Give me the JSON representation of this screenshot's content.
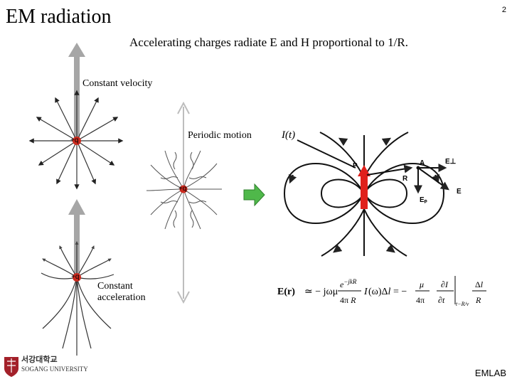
{
  "slide": {
    "title": "EM radiation",
    "page_number": "2",
    "subtitle": "Accelerating charges radiate E and H proportional to 1/R.",
    "footer": "EMLAB"
  },
  "panels": {
    "constant_velocity": {
      "label": "Constant velocity",
      "charge": "+q"
    },
    "periodic_motion": {
      "label": "Periodic motion",
      "charge": "+q"
    },
    "constant_acceleration": {
      "label_line1": "Constant",
      "label_line2": "acceleration",
      "charge": "+q"
    }
  },
  "dipole": {
    "current_label": "I(t)",
    "labels": {
      "p": "P",
      "a": "A",
      "r": "R",
      "e_perp": "E⊥",
      "e": "E",
      "e_p": "Eₚ"
    },
    "equation": "E(r) ≃ − jωμ e^{−jkR}/(4π R) I(ω)Δl = − μ/(4π) ∂I/∂t |_{t−R/v} Δl/R"
  },
  "logo": {
    "line1": "서강대학교",
    "line2": "SOGANG UNIVERSITY"
  },
  "colors": {
    "arrow_gray": "#a6a6a6",
    "charge_red": "#cc2a1e",
    "arrow_green": "#4fb84a",
    "dipole_red": "#e0201b"
  }
}
